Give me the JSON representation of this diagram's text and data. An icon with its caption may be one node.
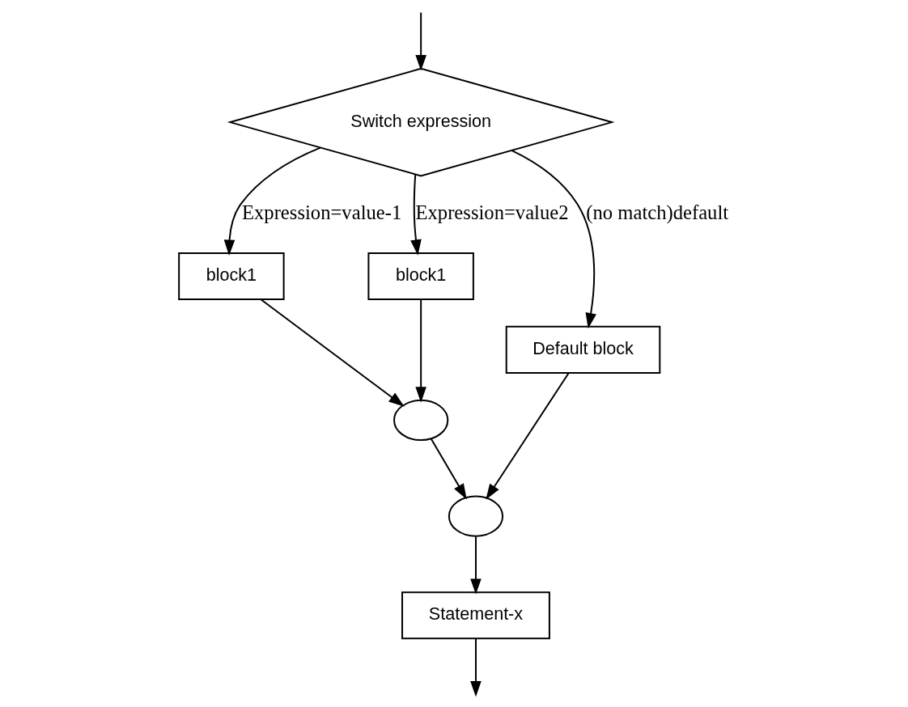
{
  "diagram": {
    "nodes": [
      {
        "text": [
          "Switch expression"
        ]
      },
      {
        "text": [
          "block1"
        ]
      },
      {
        "text": [
          "block1"
        ]
      },
      {
        "text": [
          "Default block"
        ]
      },
      {
        "text": [],
        "shape": "circle"
      },
      {
        "text": [],
        "shape": "circle"
      },
      {
        "text": [
          "Statement-x"
        ]
      }
    ],
    "edges": [
      {
        "from": null,
        "to": 0,
        "arrow": "to"
      },
      {
        "from": 0,
        "to": 1,
        "arrow": "to",
        "label": "Expression=value-1"
      },
      {
        "from": 0,
        "to": 2,
        "arrow": "to",
        "label": "Expression=value2"
      },
      {
        "from": 0,
        "to": 3,
        "arrow": "to",
        "label": "(no match)default"
      },
      {
        "from": 1,
        "to": 4,
        "arrow": "to"
      },
      {
        "from": 2,
        "to": 4,
        "arrow": "to"
      },
      {
        "from": 4,
        "to": 5,
        "arrow": "to"
      },
      {
        "from": 3,
        "to": 5,
        "arrow": "to"
      },
      {
        "from": 5,
        "to": 6,
        "arrow": "to"
      },
      {
        "from": 6,
        "to": null,
        "arrow": "to"
      }
    ]
  }
}
